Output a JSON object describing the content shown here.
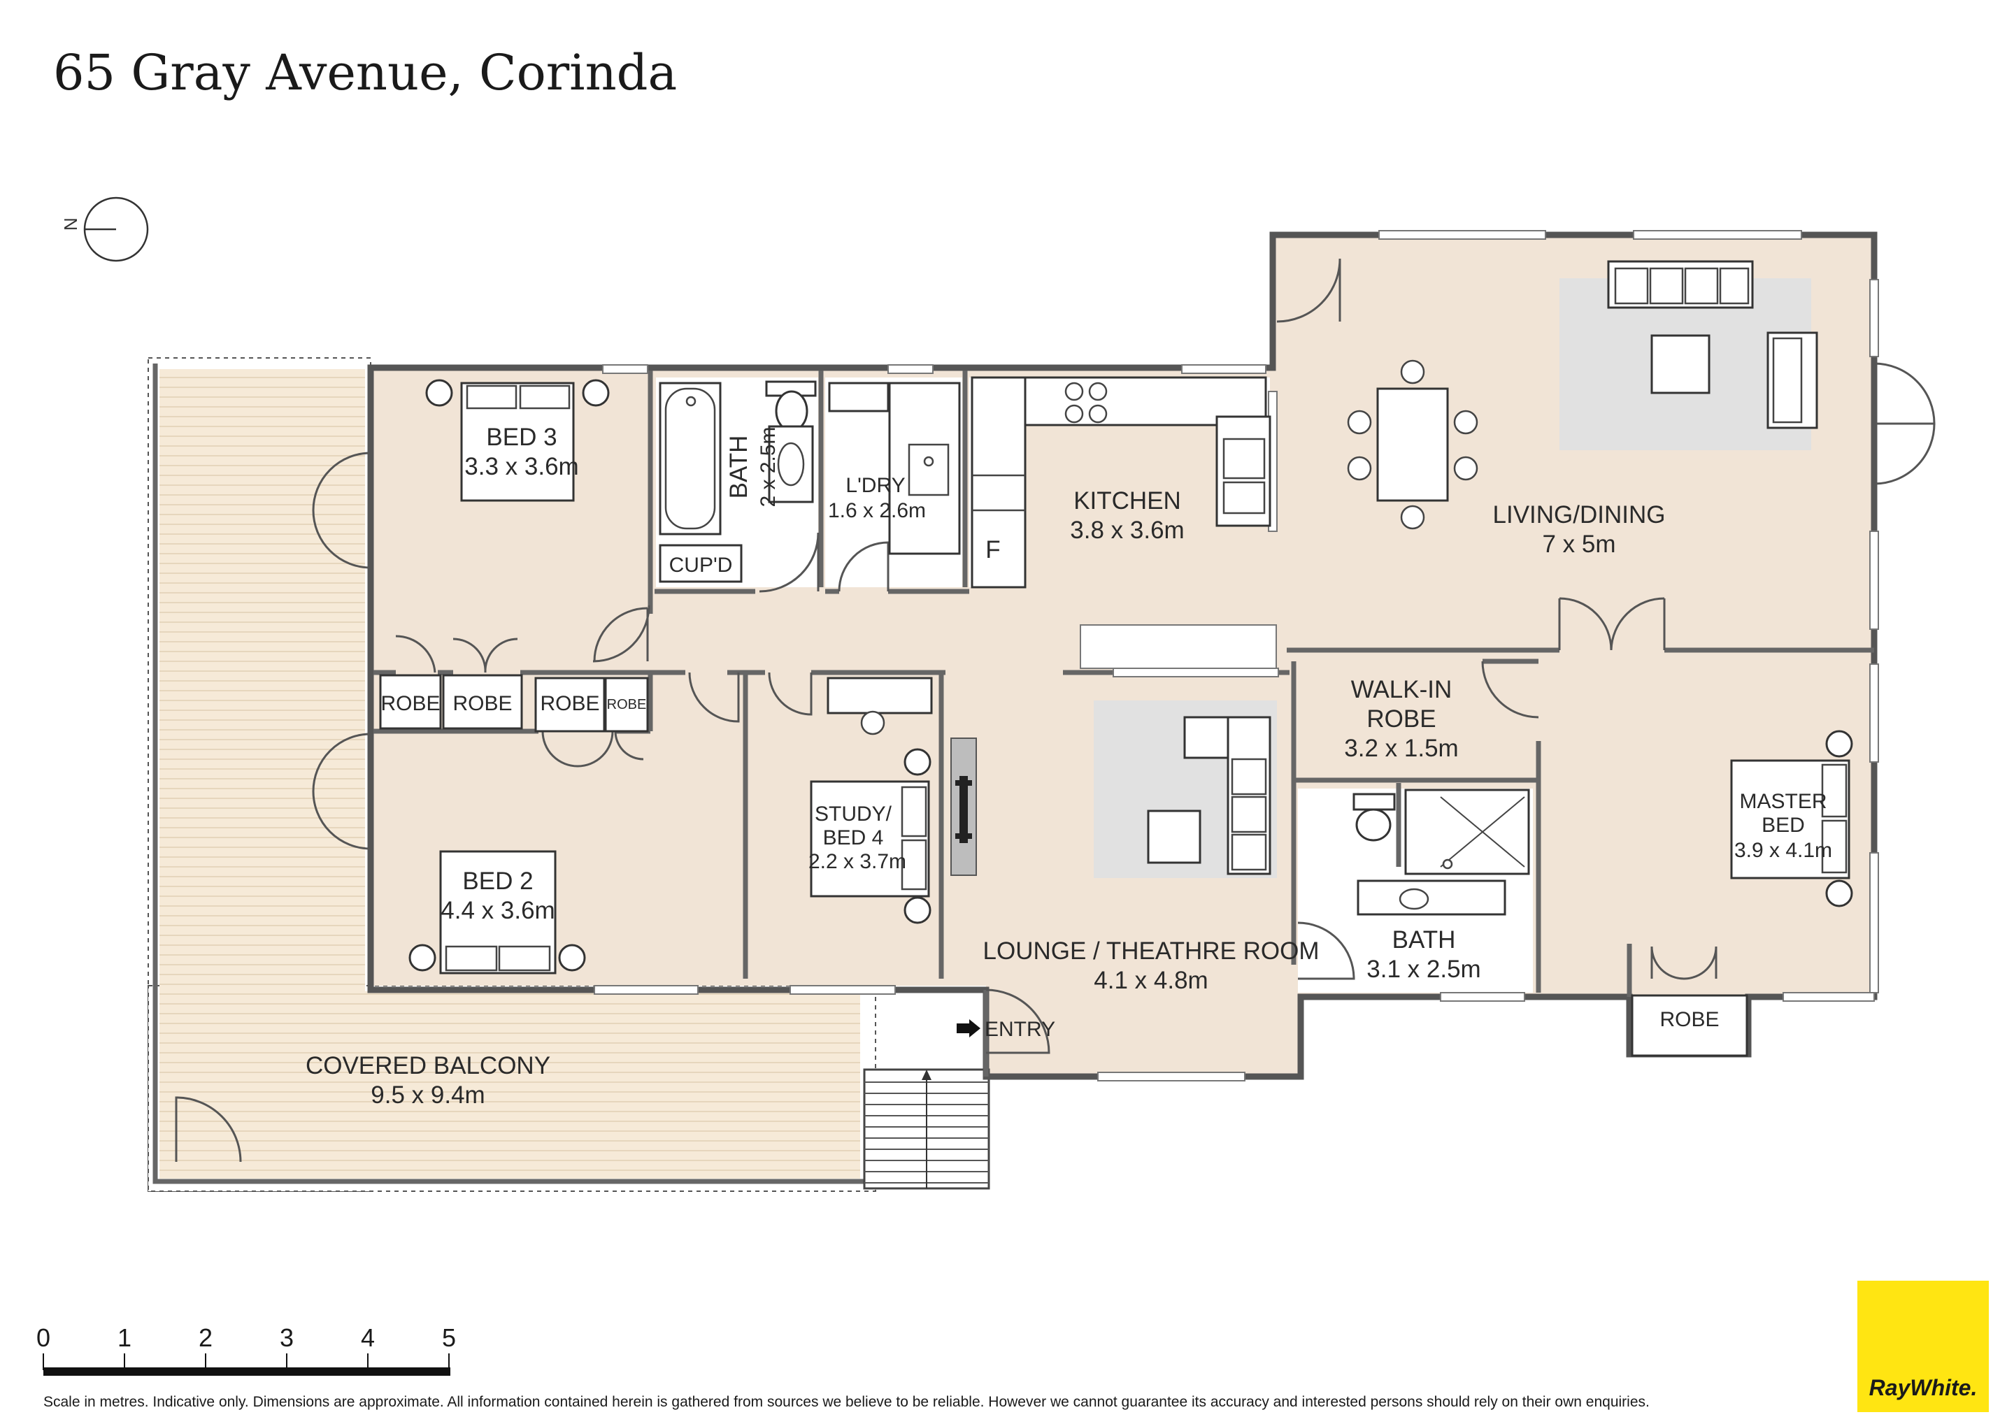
{
  "title": "65 Gray Avenue, Corinda",
  "compass": {
    "label": "N"
  },
  "rooms": {
    "bed3": {
      "name": "BED 3",
      "dims": "3.3 x 3.6m"
    },
    "bath_small": {
      "name": "BATH",
      "dims": "2 x 2.5m"
    },
    "laundry": {
      "name": "L'DRY",
      "dims": "1.6 x 2.6m"
    },
    "kitchen": {
      "name": "KITCHEN",
      "dims": "3.8 x 3.6m"
    },
    "living": {
      "name": "LIVING/DINING",
      "dims": "7 x 5m"
    },
    "walkin": {
      "name_line1": "WALK-IN",
      "name_line2": "ROBE",
      "dims": "3.2 x 1.5m"
    },
    "bed2": {
      "name": "BED 2",
      "dims": "4.4 x 3.6m"
    },
    "study": {
      "name_line1": "STUDY/",
      "name_line2": "BED 4",
      "dims": "2.2 x 3.7m"
    },
    "lounge": {
      "name": "LOUNGE / THEATHRE ROOM",
      "dims": "4.1 x 4.8m"
    },
    "bath_main": {
      "name": "BATH",
      "dims": "3.1 x 2.5m"
    },
    "master": {
      "name_line1": "MASTER",
      "name_line2": "BED",
      "dims": "3.9 x 4.1m"
    },
    "balcony": {
      "name": "COVERED BALCONY",
      "dims": "9.5 x 9.4m"
    }
  },
  "labels": {
    "cupd": "CUP'D",
    "fridge": "F",
    "robe": "ROBE",
    "entry": "ENTRY"
  },
  "scale": {
    "ticks": [
      "0",
      "1",
      "2",
      "3",
      "4",
      "5"
    ]
  },
  "disclaimer": "Scale in metres. Indicative only. Dimensions are approximate. All information contained herein is gathered from sources we believe to be reliable. However we cannot guarantee its accuracy and interested persons should rely on their own enquiries.",
  "brand": {
    "name": "RayWhite.",
    "color": "#ffe512"
  },
  "colors": {
    "floor": "#f1e4d6",
    "deck": "#f6ead8",
    "rug": "#e1e1e1"
  }
}
